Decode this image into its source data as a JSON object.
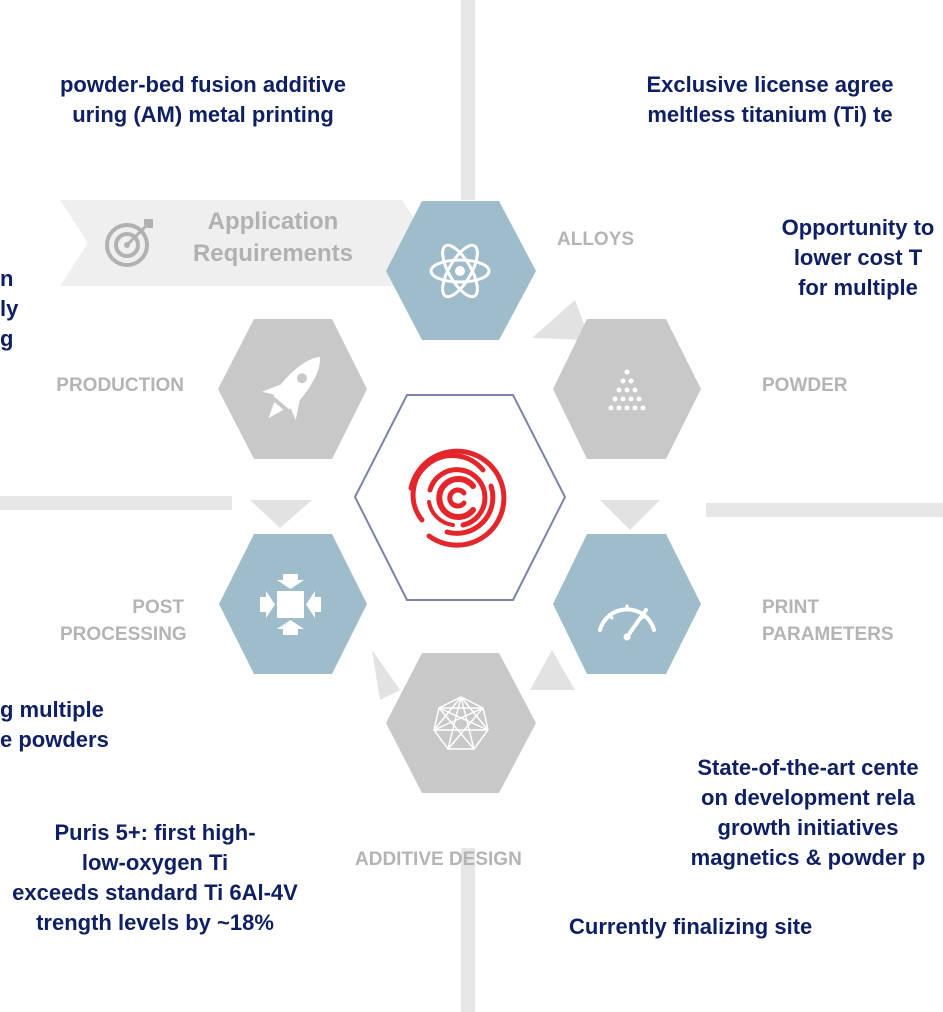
{
  "callouts": {
    "top_left": [
      "powder-bed fusion additive",
      "uring (AM) metal printing"
    ],
    "top_right": [
      "Exclusive license agree",
      "meltless titanium (Ti) te"
    ],
    "opportunity": [
      "Opportunity to",
      "lower cost T",
      "for multiple"
    ],
    "left_fragment": [
      "n",
      "ly",
      "g"
    ],
    "mid_left": [
      "g multiple",
      "e powders"
    ],
    "puris": [
      "Puris 5+: first high-",
      "low-oxygen Ti",
      "exceeds standard Ti 6Al-4V",
      "trength levels by ~18%"
    ],
    "state": [
      "State-of-the-art cente",
      "on development rela",
      "growth initiatives",
      "magnetics & powder p"
    ],
    "finalizing": "Currently finalizing site"
  },
  "wheel": {
    "application": [
      "Application",
      "Requirements"
    ],
    "alloys": "ALLOYS",
    "powder": "POWDER",
    "print": [
      "PRINT",
      "PARAMETERS"
    ],
    "additive": "ADDITIVE DESIGN",
    "post": [
      "POST",
      "PROCESSING"
    ],
    "production": "PRODUCTION"
  },
  "colors": {
    "navy": "#0f1f63",
    "blue_hex": "#9fbccb",
    "gray_hex": "#c8c8c8",
    "label_gray": "#b4b4b4",
    "logo_red": "#e3262b",
    "center_outline": "#7a85aa"
  },
  "icons": {
    "alloys": "atom-icon",
    "powder": "dot-pyramid-icon",
    "print": "gauge-icon",
    "additive": "mesh-sphere-icon",
    "post": "compress-arrows-icon",
    "production": "rocket-icon",
    "application": "target-icon",
    "center": "fingerprint-logo-icon"
  }
}
